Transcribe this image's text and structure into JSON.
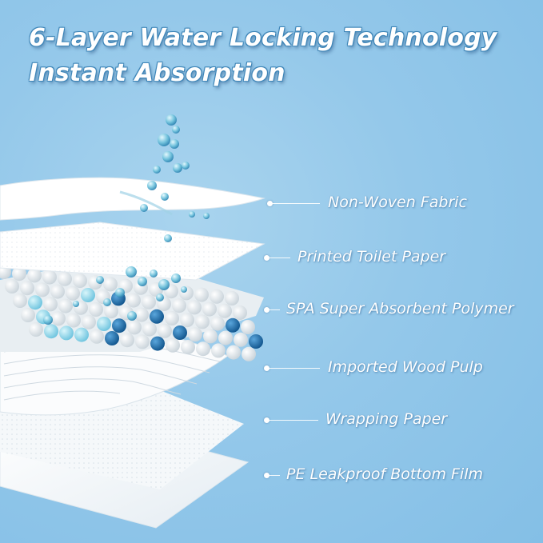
{
  "headline": {
    "line1": "6-Layer Water Locking Technology",
    "line2": "Instant Absorption"
  },
  "layers": [
    {
      "label": "Non-Woven Fabric"
    },
    {
      "label": "Printed Toilet Paper"
    },
    {
      "label": "SPA Super Absorbent Polymer"
    },
    {
      "label": "Imported Wood Pulp"
    },
    {
      "label": "Wrapping Paper"
    },
    {
      "label": "PE Leakproof Bottom Film"
    }
  ],
  "colors": {
    "background": "#94c8ea",
    "text": "#ffffff",
    "sap_blue": "#1f6ea8",
    "sap_light": "#8fd4ea"
  }
}
